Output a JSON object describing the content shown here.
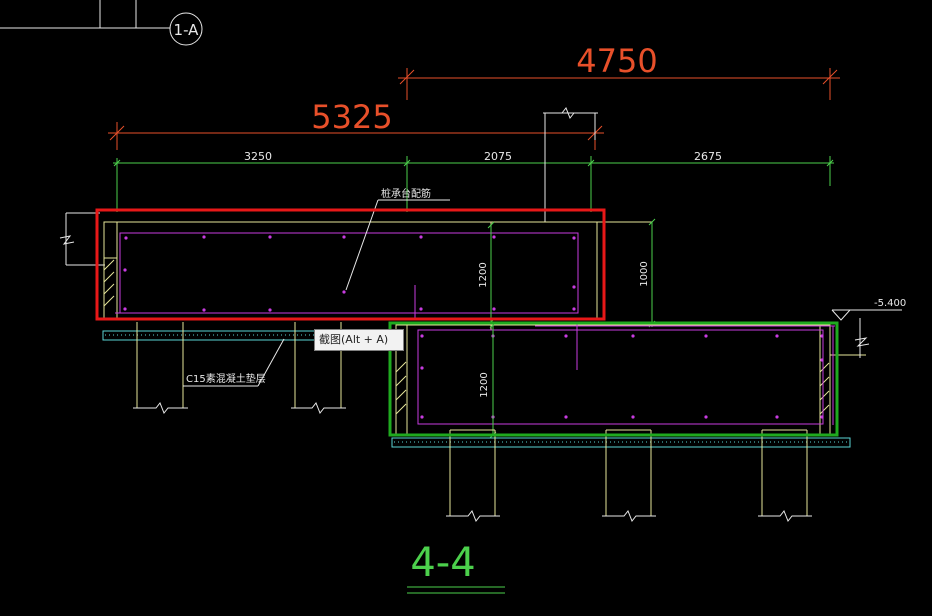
{
  "drawing": {
    "section_mark": "1-A",
    "section_title": "4-4",
    "big_dimensions": [
      "4750",
      "5325"
    ],
    "small_dimensions": [
      "3250",
      "2075",
      "2675"
    ],
    "vertical_dimensions": [
      "1200",
      "1000",
      "1200"
    ],
    "elevation": "-5.400",
    "labels": {
      "pile_cap_rebar": "桩承台配筋",
      "concrete_cushion": "C15素混凝土垫层"
    },
    "tooltip": "截图(Alt + A)"
  },
  "colors": {
    "background": "#000000",
    "dimension_red": "#e8502a",
    "dimension_green": "#4cd04c",
    "rebar_magenta": "#c83ce0",
    "outline_yellow": "#e6e69a",
    "highlight_red": "#e81818",
    "highlight_green": "#1faa1f",
    "cushion_cyan": "#5ad4d4",
    "line_white": "#e8e8e8"
  }
}
